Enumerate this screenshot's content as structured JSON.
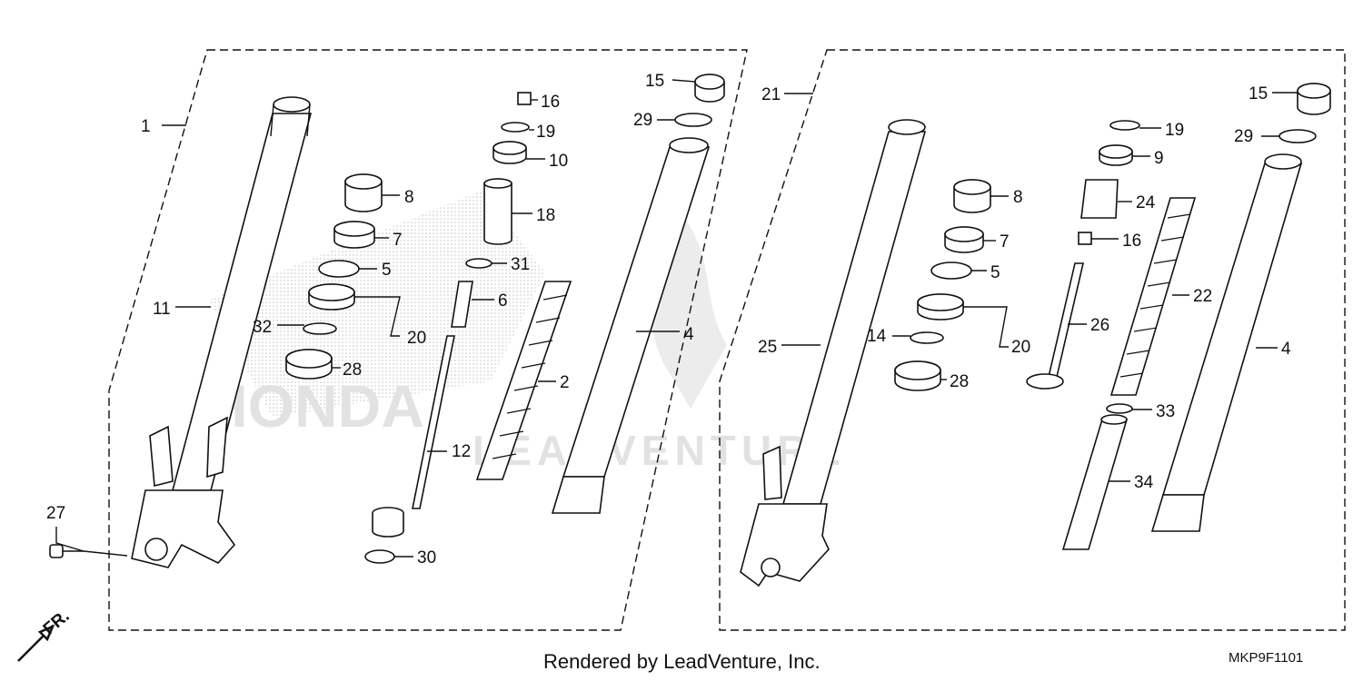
{
  "watermark": {
    "line1": "HONDA",
    "line2": "LEADVENTURE"
  },
  "footer": {
    "credit": "Rendered by LeadVenture, Inc.",
    "diagram_code": "MKP9F1101"
  },
  "direction_indicator": {
    "label": "FR.",
    "icon": "forward-arrow-icon"
  },
  "left_group_callouts": [
    "1",
    "11",
    "8",
    "7",
    "5",
    "32",
    "20",
    "28",
    "16",
    "19",
    "10",
    "18",
    "31",
    "6",
    "2",
    "12",
    "30",
    "15",
    "29",
    "4",
    "27"
  ],
  "right_group_callouts": [
    "21",
    "25",
    "8",
    "7",
    "5",
    "14",
    "20",
    "28",
    "19",
    "9",
    "24",
    "16",
    "26",
    "22",
    "33",
    "34",
    "15",
    "29",
    "4"
  ]
}
